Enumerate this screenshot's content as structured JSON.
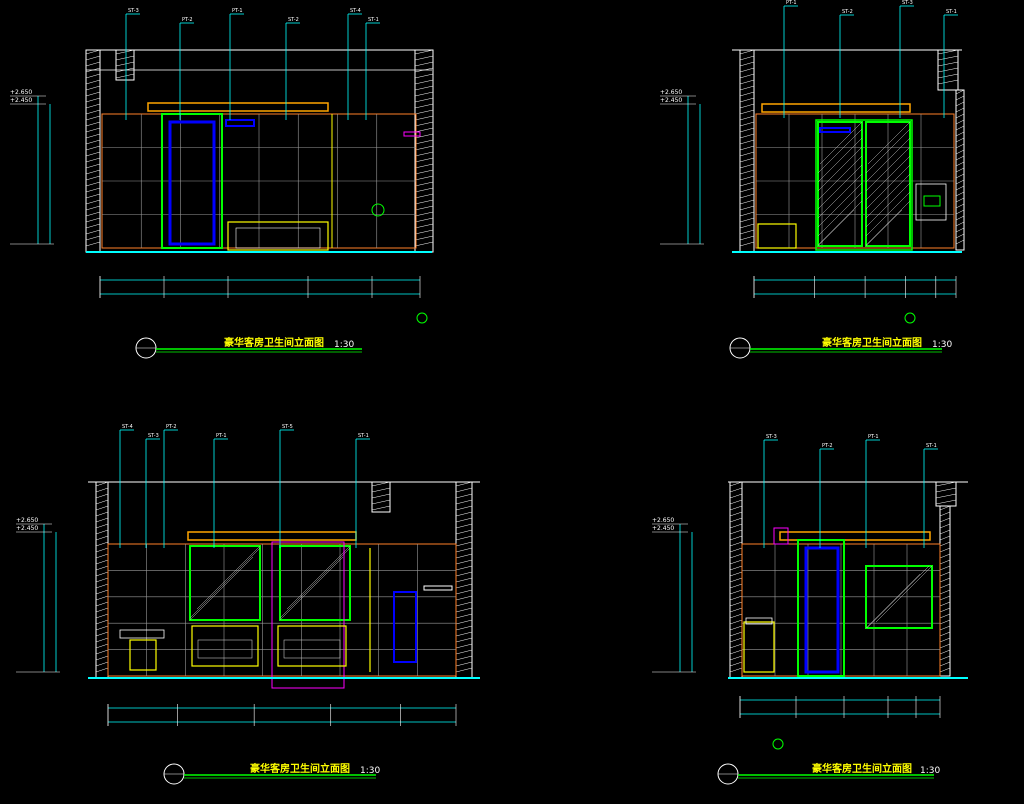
{
  "colors": {
    "background": "#000000",
    "wall": "#ffffff",
    "tile_outline": "#ff7f27",
    "tile_grid": "#00ff7f",
    "door": "#0000ff",
    "leader": "#00ffff",
    "title": "#ffff00",
    "fixture_green": "#00ff00",
    "fixture_magenta": "#ff00ff"
  },
  "elevations": [
    {
      "id": "e1",
      "title": "豪华客房卫生间立面图",
      "scale": "1:30",
      "levels": [
        "+2.650",
        "+2.450"
      ],
      "tags": [
        "ST-3",
        "PT-2",
        "PT-1",
        "ST-2",
        "ST-4",
        "ST-1"
      ]
    },
    {
      "id": "e2",
      "title": "豪华客房卫生间立面图",
      "scale": "1:30",
      "levels": [
        "+2.650",
        "+2.450"
      ],
      "tags": [
        "PT-1",
        "ST-2",
        "ST-3",
        "ST-1"
      ]
    },
    {
      "id": "e3",
      "title": "豪华客房卫生间立面图",
      "scale": "1:30",
      "levels": [
        "+2.650",
        "+2.450"
      ],
      "tags": [
        "ST-4",
        "ST-3",
        "PT-2",
        "PT-1",
        "ST-5",
        "ST-1"
      ]
    },
    {
      "id": "e4",
      "title": "豪华客房卫生间立面图",
      "scale": "1:30",
      "levels": [
        "+2.650",
        "+2.450"
      ],
      "tags": [
        "ST-3",
        "PT-2",
        "PT-1",
        "ST-1"
      ]
    }
  ]
}
